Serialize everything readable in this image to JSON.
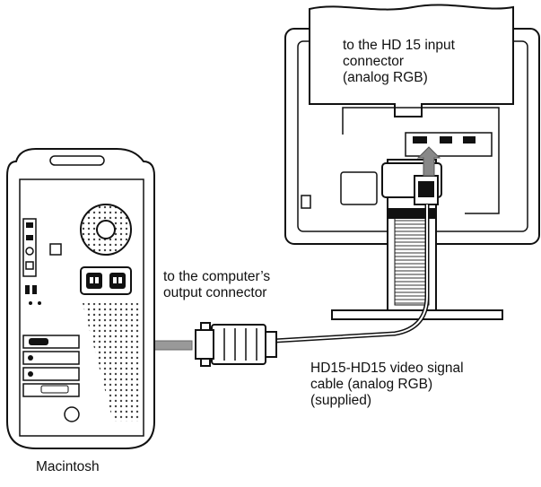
{
  "labels": {
    "monitor_input": [
      "to the HD 15 input",
      "connector",
      "(analog RGB)"
    ],
    "computer_output": [
      "to the computer’s",
      "output connector"
    ],
    "cable": [
      "HD15-HD15 video signal",
      "cable (analog RGB)",
      "(supplied)"
    ],
    "computer_name": "Macintosh"
  }
}
